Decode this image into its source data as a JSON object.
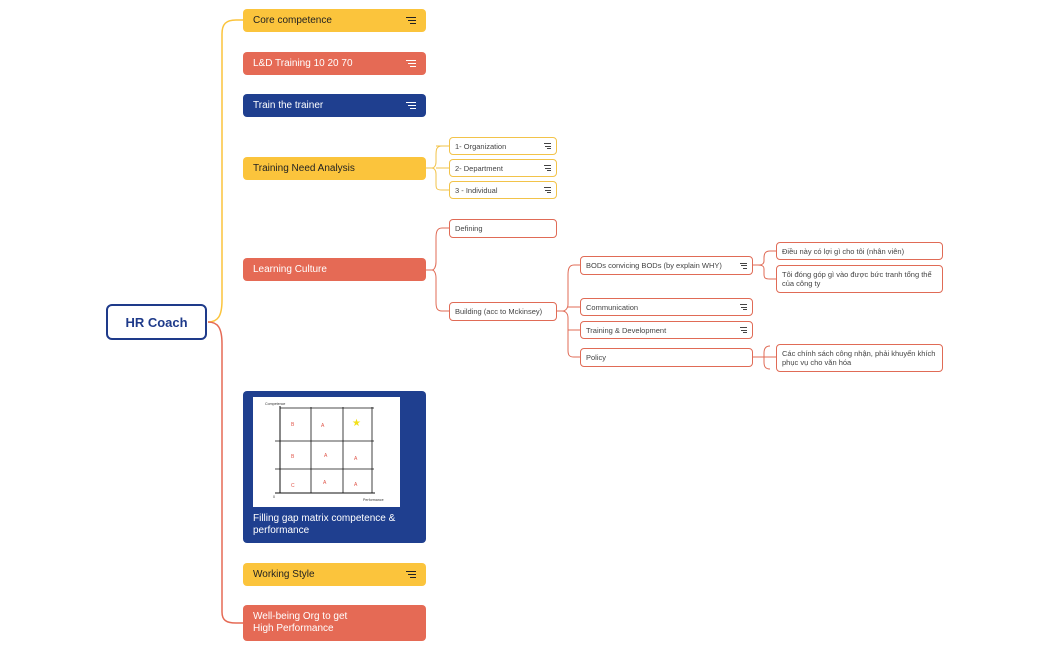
{
  "root": {
    "label": "HR Coach"
  },
  "branches": {
    "core_competence": "Core competence",
    "ld_training": "L&D Training 10 20 70",
    "train_trainer": "Train the trainer",
    "tna": "Training Need Analysis",
    "learning_culture": "Learning Culture",
    "filling_gap": "Filling gap matrix competence & performance",
    "working_style": "Working Style",
    "wellbeing_line1": "Well-being Org to get",
    "wellbeing_line2": "High Performance"
  },
  "tna_children": [
    "1- Organization",
    "2- Department",
    "3 - Individual"
  ],
  "learning_culture_children": {
    "defining": "Defining",
    "building": "Building (acc to Mckinsey)"
  },
  "building_children": {
    "bods": "BODs convicing BODs (by explain WHY)",
    "communication": "Communication",
    "training_dev": "Training & Development",
    "policy": "Policy"
  },
  "bods_children": {
    "benefit": "Điều này có lợi gì cho tôi (nhân viên)",
    "contribute": "Tôi đóng góp gì vào được bức tranh tổng thể của công ty"
  },
  "policy_children": {
    "policy_detail": "Các chính sách công nhận, phải khuyến khích phục vụ cho văn hóa"
  },
  "matrix": {
    "y_label": "Competence",
    "x_label": "Performance",
    "origin": "0",
    "cells": [
      [
        "B",
        "A",
        "★"
      ],
      [
        "B",
        "A",
        "A"
      ],
      [
        "C",
        "A",
        "A"
      ]
    ]
  },
  "colors": {
    "yellow": "#fbc43c",
    "red": "#e56a55",
    "blue": "#1f3f8f",
    "root_border": "#1e3a8a"
  }
}
